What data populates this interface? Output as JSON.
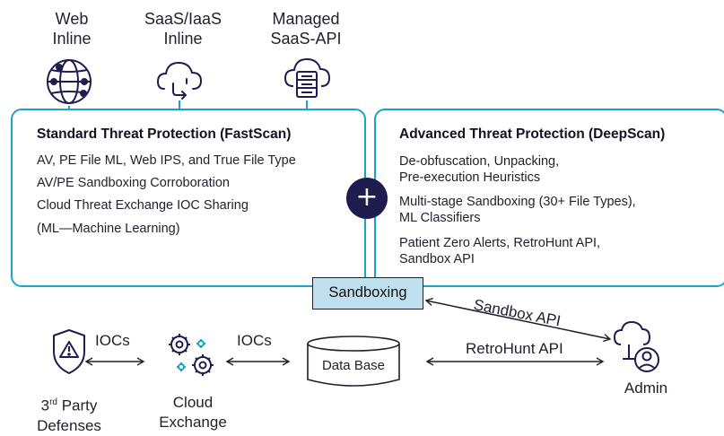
{
  "sources": {
    "web": [
      "Web",
      "Inline"
    ],
    "saas": [
      "SaaS/IaaS",
      "Inline"
    ],
    "managed": [
      "Managed",
      "SaaS-API"
    ]
  },
  "standard": {
    "title": "Standard Threat Protection (FastScan)",
    "lines": [
      "AV, PE File ML, Web IPS, and True File Type",
      "AV/PE Sandboxing Corroboration",
      "Cloud Threat Exchange IOC Sharing",
      "(ML—Machine Learning)"
    ]
  },
  "advanced": {
    "title": "Advanced Threat Protection (DeepScan)",
    "lines": [
      "De-obfuscation, Unpacking,",
      "Pre-execution Heuristics",
      "Multi-stage Sandboxing (30+ File Types),",
      "ML Classifiers",
      "Patient Zero Alerts, RetroHunt API,",
      "Sandbox API"
    ]
  },
  "plus_symbol": "+",
  "sandboxing": "Sandboxing",
  "bottom": {
    "ioc_left": "IOCs",
    "ioc_right": "IOCs",
    "database": "Data Base",
    "retrohunt": "RetroHunt API",
    "sandbox_api": "Sandbox API",
    "third_party": [
      "3rd Party",
      "Defenses"
    ],
    "third_party_sup": "rd",
    "cloud_exchange": [
      "Cloud",
      "Exchange"
    ],
    "admin": "Admin"
  },
  "colors": {
    "accent": "#1aa3c8",
    "dark": "#1f1d4f",
    "sandbox_fill": "#bfe0ec"
  },
  "icons": [
    "globe-icon",
    "cloud-sync-icon",
    "cloud-server-icon",
    "warning-shield-icon",
    "gears-icon",
    "database-icon",
    "admin-cloud-user-icon"
  ]
}
